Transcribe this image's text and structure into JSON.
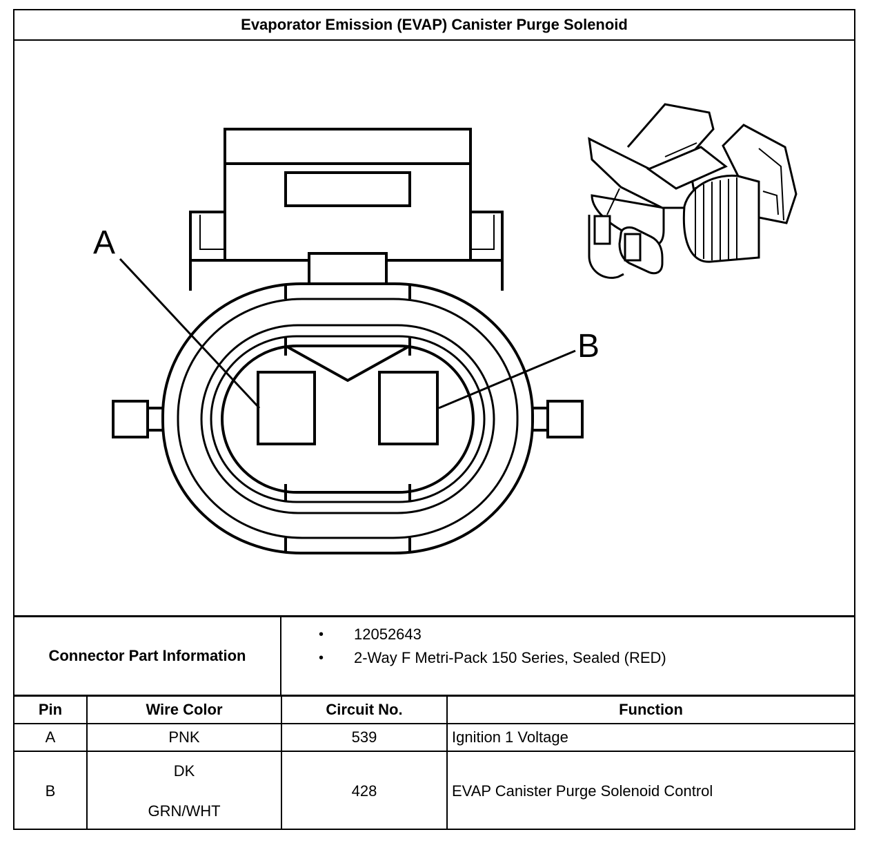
{
  "title": "Evaporator Emission (EVAP) Canister Purge Solenoid",
  "diagram": {
    "pin_labels": [
      "A",
      "B"
    ]
  },
  "connector_info": {
    "label": "Connector Part Information",
    "items": [
      "12052643",
      "2-Way F Metri-Pack 150 Series, Sealed (RED)"
    ],
    "bullet": "•"
  },
  "pin_table": {
    "headers": [
      "Pin",
      "Wire Color",
      "Circuit No.",
      "Function"
    ],
    "rows": [
      {
        "pin": "A",
        "wire_color": [
          "PNK"
        ],
        "circuit": "539",
        "function": "Ignition 1 Voltage"
      },
      {
        "pin": "B",
        "wire_color": [
          "DK",
          "GRN/WHT"
        ],
        "circuit": "428",
        "function": "EVAP Canister Purge Solenoid Control"
      }
    ]
  }
}
